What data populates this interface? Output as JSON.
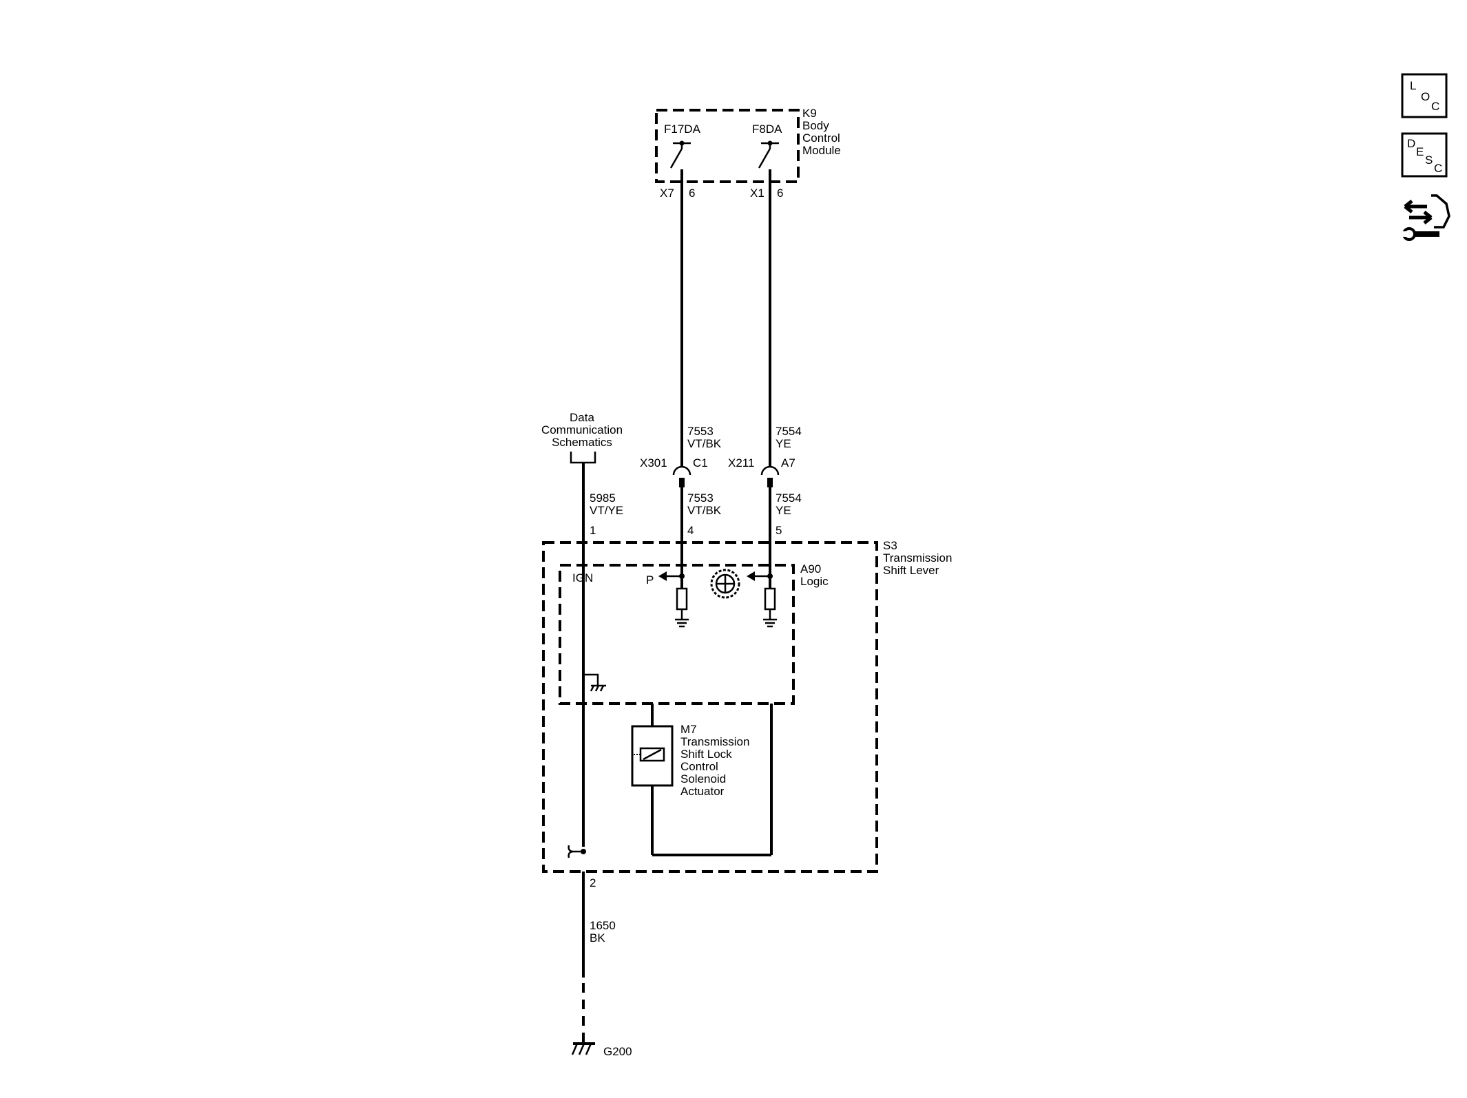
{
  "k9": {
    "id": "K9",
    "line1": "Body",
    "line2": "Control",
    "line3": "Module"
  },
  "bcm_pins": {
    "left_switch": "F17DA",
    "right_switch": "F8DA",
    "left_connector": "X7",
    "left_pin": "6",
    "right_connector": "X1",
    "right_pin": "6"
  },
  "data_comm": {
    "line1": "Data",
    "line2": "Communication",
    "line3": "Schematics"
  },
  "wires": {
    "w7553_upper": {
      "circuit": "7553",
      "color": "VT/BK"
    },
    "w7554_upper": {
      "circuit": "7554",
      "color": "YE"
    },
    "w7553_lower": {
      "circuit": "7553",
      "color": "VT/BK"
    },
    "w7554_lower": {
      "circuit": "7554",
      "color": "YE"
    },
    "w5985": {
      "circuit": "5985",
      "color": "VT/YE"
    },
    "w1650": {
      "circuit": "1650",
      "color": "BK"
    }
  },
  "connectors": {
    "x301": {
      "id": "X301",
      "cavity": "C1"
    },
    "x211": {
      "id": "X211",
      "cavity": "A7"
    }
  },
  "s3_pins": {
    "pin1": "1",
    "pin4": "4",
    "pin5": "5",
    "pin2": "2"
  },
  "s3": {
    "id": "S3",
    "line1": "Transmission",
    "line2": "Shift Lever"
  },
  "a90": {
    "id": "A90",
    "line1": "Logic",
    "ign": "IGN",
    "p": "P"
  },
  "m7": {
    "id": "M7",
    "line1": "Transmission",
    "line2": "Shift Lock",
    "line3": "Control",
    "line4": "Solenoid",
    "line5": "Actuator"
  },
  "ground": {
    "id": "G200"
  },
  "toolbar": {
    "loc": [
      "L",
      "O",
      "C"
    ],
    "desc": [
      "D",
      "E",
      "S",
      "C"
    ]
  }
}
